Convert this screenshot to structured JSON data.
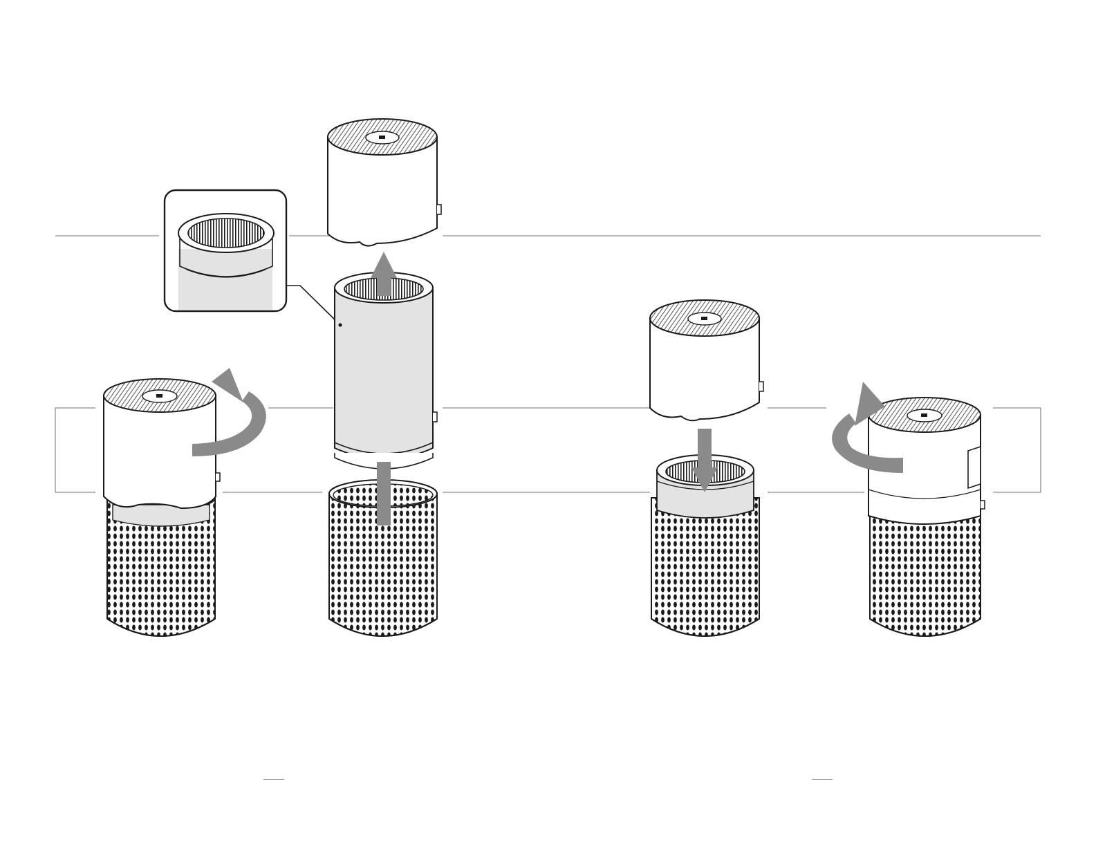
{
  "document": {
    "kind": "filter replacement instructions (wordless)",
    "pages": [
      {
        "steps": [
          "twist-off-top",
          "lift-top-off",
          "remove-old-filter"
        ]
      },
      {
        "steps": [
          "insert-new-filter",
          "lower-top",
          "twist-on-top"
        ]
      }
    ]
  },
  "colors": {
    "outline": "#1a1a1a",
    "arrow": "#8a8a8a",
    "filter_fill": "#e3e3e3",
    "body_fill": "#ffffff",
    "rule": "#9a9a9a"
  },
  "icons": {
    "rotate_ccw": "rotate-counterclockwise-arrow",
    "rotate_cw": "rotate-clockwise-arrow",
    "lift_up": "up-arrow",
    "lower_down": "down-arrow",
    "detail": "magnified-filter-detail-callout"
  }
}
